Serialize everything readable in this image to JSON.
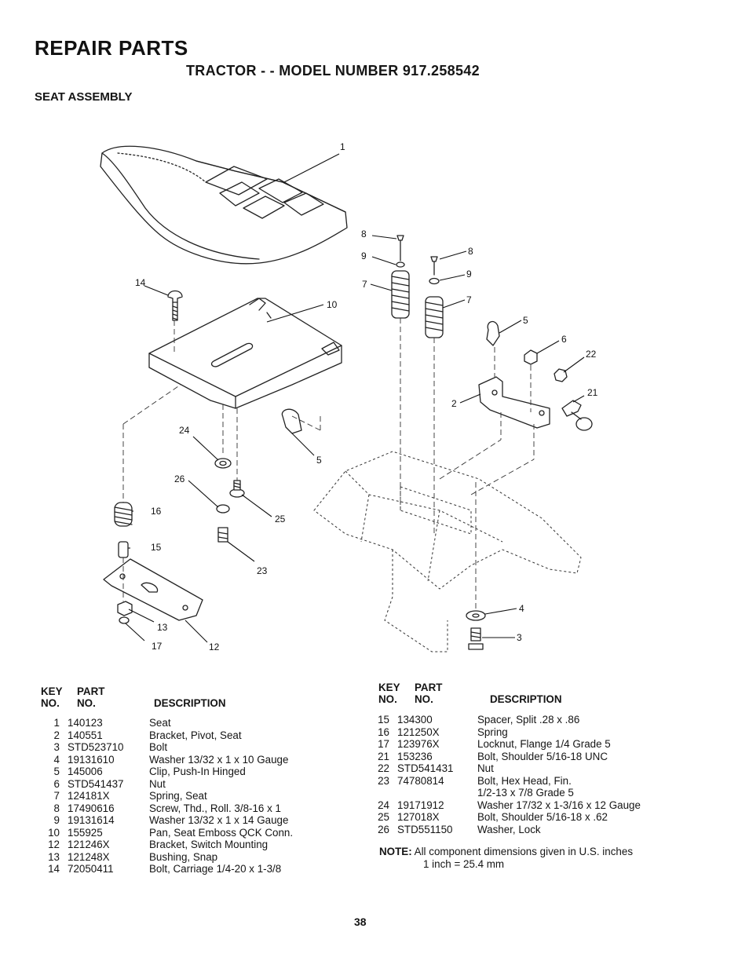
{
  "header": {
    "title": "REPAIR PARTS",
    "model": "TRACTOR - - MODEL NUMBER 917.258542",
    "section": "SEAT ASSEMBLY"
  },
  "diagram": {
    "callouts": [
      "1",
      "14",
      "10",
      "8",
      "9",
      "7",
      "8",
      "9",
      "7",
      "5",
      "6",
      "22",
      "21",
      "2",
      "24",
      "5",
      "26",
      "16",
      "25",
      "15",
      "23",
      "13",
      "17",
      "12",
      "4",
      "3"
    ]
  },
  "table_headers": {
    "key": "KEY",
    "no": "NO.",
    "part": "PART",
    "part_no": "NO.",
    "description": "DESCRIPTION"
  },
  "left_rows": [
    {
      "key": "1",
      "part": "140123",
      "desc": "Seat"
    },
    {
      "key": "2",
      "part": "140551",
      "desc": "Bracket, Pivot, Seat"
    },
    {
      "key": "3",
      "part": "STD523710",
      "desc": "Bolt"
    },
    {
      "key": "4",
      "part": "19131610",
      "desc": "Washer 13/32 x 1 x 10 Gauge"
    },
    {
      "key": "5",
      "part": "145006",
      "desc": "Clip, Push-In Hinged"
    },
    {
      "key": "6",
      "part": "STD541437",
      "desc": "Nut"
    },
    {
      "key": "7",
      "part": "124181X",
      "desc": "Spring, Seat"
    },
    {
      "key": "8",
      "part": "17490616",
      "desc": "Screw, Thd., Roll. 3/8-16 x 1"
    },
    {
      "key": "9",
      "part": "19131614",
      "desc": "Washer 13/32 x 1 x 14 Gauge"
    },
    {
      "key": "10",
      "part": "155925",
      "desc": "Pan, Seat Emboss QCK Conn."
    },
    {
      "key": "12",
      "part": "121246X",
      "desc": "Bracket, Switch Mounting"
    },
    {
      "key": "13",
      "part": "121248X",
      "desc": "Bushing, Snap"
    },
    {
      "key": "14",
      "part": "72050411",
      "desc": "Bolt, Carriage 1/4-20 x 1-3/8"
    }
  ],
  "right_rows": [
    {
      "key": "15",
      "part": "134300",
      "desc": "Spacer, Split .28 x .86"
    },
    {
      "key": "16",
      "part": "121250X",
      "desc": "Spring"
    },
    {
      "key": "17",
      "part": "123976X",
      "desc": "Locknut, Flange 1/4 Grade 5"
    },
    {
      "key": "21",
      "part": "153236",
      "desc": "Bolt, Shoulder 5/16-18 UNC"
    },
    {
      "key": "22",
      "part": "STD541431",
      "desc": "Nut"
    },
    {
      "key": "23",
      "part": "74780814",
      "desc": "Bolt, Hex Head, Fin."
    },
    {
      "key": "",
      "part": "",
      "desc": "1/2-13 x 7/8 Grade 5"
    },
    {
      "key": "24",
      "part": "19171912",
      "desc": "Washer 17/32 x 1-3/16 x 12 Gauge"
    },
    {
      "key": "25",
      "part": "127018X",
      "desc": "Bolt, Shoulder 5/16-18 x .62"
    },
    {
      "key": "26",
      "part": "STD551150",
      "desc": "Washer, Lock"
    }
  ],
  "note": {
    "label": "NOTE:",
    "line1": "All component dimensions given in U.S. inches",
    "line2": "1 inch = 25.4 mm"
  },
  "page_number": "38"
}
